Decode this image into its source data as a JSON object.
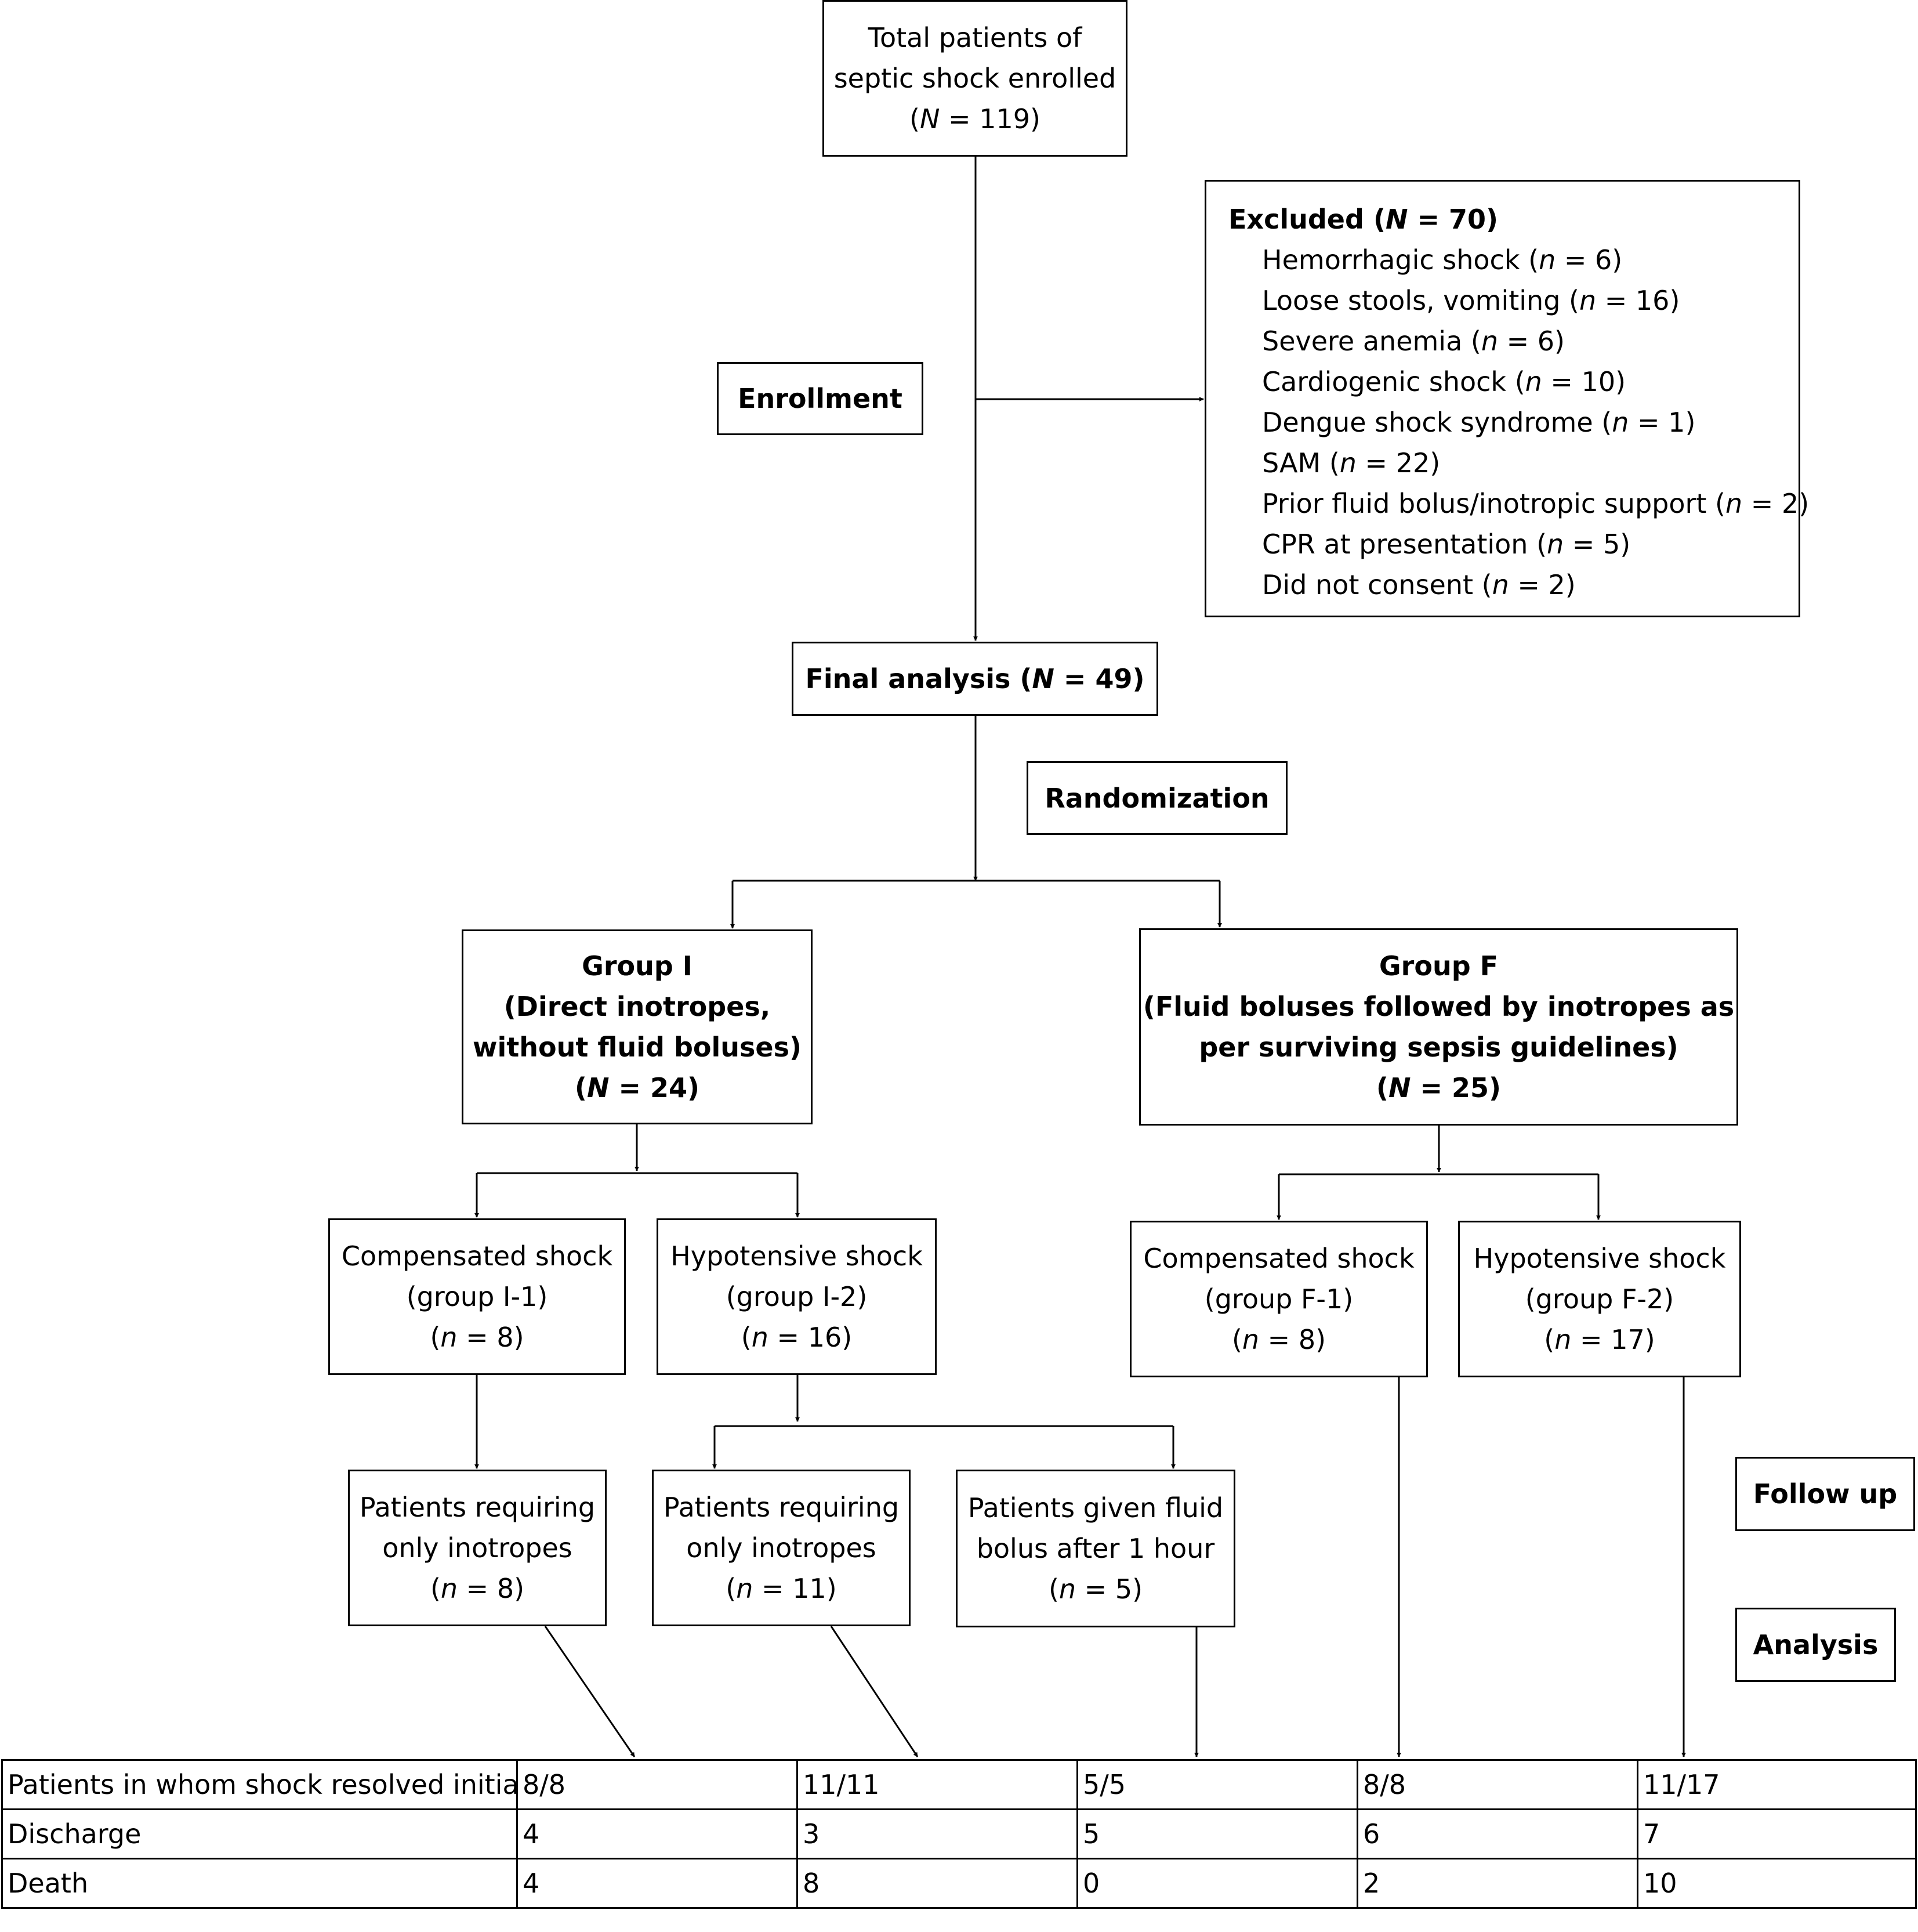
{
  "top": {
    "line1": "Total patients of",
    "line2": "septic shock enrolled",
    "count_open": "(",
    "count_var": "N",
    "count_rest": " = 119)"
  },
  "excluded": {
    "title_prefix": "Excluded (",
    "title_var": "N",
    "title_rest": " = 70)",
    "items": [
      {
        "label": "Hemorrhagic shock (",
        "var": "n",
        "rest": " = 6)"
      },
      {
        "label": "Loose stools, vomiting (",
        "var": "n",
        "rest": " = 16)"
      },
      {
        "label": "Severe anemia (",
        "var": "n",
        "rest": " = 6)"
      },
      {
        "label": "Cardiogenic shock (",
        "var": "n",
        "rest": " = 10)"
      },
      {
        "label": "Dengue shock syndrome (",
        "var": "n",
        "rest": " = 1)"
      },
      {
        "label": "SAM (",
        "var": "n",
        "rest": " = 22)"
      },
      {
        "label": "Prior fluid bolus/inotropic support (",
        "var": "n",
        "rest": " = 2)"
      },
      {
        "label": "CPR at presentation (",
        "var": "n",
        "rest": " = 5)"
      },
      {
        "label": "Did not consent (",
        "var": "n",
        "rest": " = 2)"
      }
    ]
  },
  "stages": {
    "enrollment": "Enrollment",
    "randomization": "Randomization",
    "follow_up": "Follow up",
    "analysis": "Analysis"
  },
  "final": {
    "prefix": "Final analysis (",
    "var": "N",
    "rest": " = 49)"
  },
  "group_i": {
    "title": "Group I",
    "line2": "(Direct inotropes,",
    "line3": "without fluid boluses)",
    "count_open": "(",
    "count_var": "N",
    "count_rest": " = 24)"
  },
  "group_f": {
    "title": "Group F",
    "line2": "(Fluid boluses followed by inotropes as",
    "line3": "per surviving sepsis guidelines)",
    "count_open": "(",
    "count_var": "N",
    "count_rest": " = 25)"
  },
  "subgroups": {
    "i1": {
      "line1": "Compensated shock",
      "line2": "(group I-1)",
      "var": "n",
      "rest": " = 8)"
    },
    "i2": {
      "line1": "Hypotensive shock",
      "line2": "(group I-2)",
      "var": "n",
      "rest": " = 16)"
    },
    "f1": {
      "line1": "Compensated shock",
      "line2": "(group F-1)",
      "var": "n",
      "rest": " = 8)"
    },
    "f2": {
      "line1": "Hypotensive shock",
      "line2": "(group F-2)",
      "var": "n",
      "rest": " = 17)"
    }
  },
  "followups": {
    "a": {
      "line1": "Patients requiring",
      "line2": "only inotropes",
      "var": "n",
      "rest": " = 8)"
    },
    "b": {
      "line1": "Patients requiring",
      "line2": "only inotropes",
      "var": "n",
      "rest": " = 11)"
    },
    "c": {
      "line1": "Patients given fluid",
      "line2": "bolus after 1 hour",
      "var": "n",
      "rest": " = 5)"
    }
  },
  "open_paren": "(",
  "table": {
    "rows": [
      {
        "label": "Patients in whom shock resolved initially",
        "values": [
          "8/8",
          "11/11",
          "5/5",
          "8/8",
          "11/17"
        ]
      },
      {
        "label": "Discharge",
        "values": [
          "4",
          "3",
          "5",
          "6",
          "7"
        ]
      },
      {
        "label": "Death",
        "values": [
          "4",
          "8",
          "0",
          "2",
          "10"
        ]
      }
    ]
  }
}
